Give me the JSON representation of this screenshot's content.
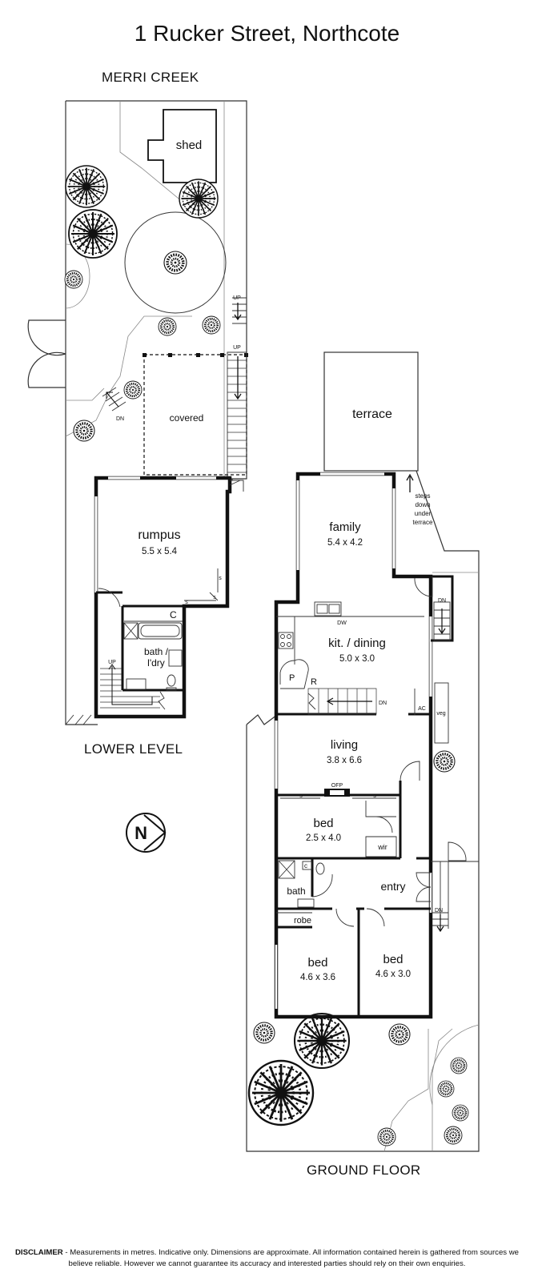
{
  "title": "1 Rucker Street, Northcote",
  "site_label": "MERRI CREEK",
  "levels": {
    "lower": "LOWER LEVEL",
    "ground": "GROUND FLOOR"
  },
  "rooms": {
    "shed": {
      "name": "shed"
    },
    "covered": {
      "name": "covered"
    },
    "rumpus": {
      "name": "rumpus",
      "dim": "5.5 x 5.4"
    },
    "bath_ldry": {
      "name": "bath /",
      "name2": "l'dry"
    },
    "terrace": {
      "name": "terrace"
    },
    "family": {
      "name": "family",
      "dim": "5.4 x 4.2"
    },
    "kitchen": {
      "name": "kit. / dining",
      "dim": "5.0 x 3.0"
    },
    "living": {
      "name": "living",
      "dim": "3.8 x 6.6"
    },
    "bed1": {
      "name": "bed",
      "dim": "2.5 x 4.0"
    },
    "entry": {
      "name": "entry"
    },
    "bath": {
      "name": "bath"
    },
    "robe": {
      "name": "robe"
    },
    "bed2": {
      "name": "bed",
      "dim": "4.6 x 3.6"
    },
    "bed3": {
      "name": "bed",
      "dim": "4.6 x 3.0"
    }
  },
  "fixtures": {
    "c": "C",
    "c_small": "c",
    "p": "P",
    "r": "R",
    "dw": "DW",
    "ac": "AC",
    "veg": "veg",
    "ofp": "OFP",
    "wir": "wir",
    "s": "s"
  },
  "stair_labels": {
    "up": "UP",
    "dn": "DN"
  },
  "steps_note": [
    "steps",
    "down",
    "under",
    "terrace"
  ],
  "north_symbol": "N",
  "disclaimer": {
    "label": "DISCLAIMER",
    "text": " - Measurements in metres. Indicative only. Dimensions are approximate. All information contained herein is gathered from sources we believe reliable. However we cannot guarantee its accuracy and interested parties should rely on their own enquiries."
  }
}
